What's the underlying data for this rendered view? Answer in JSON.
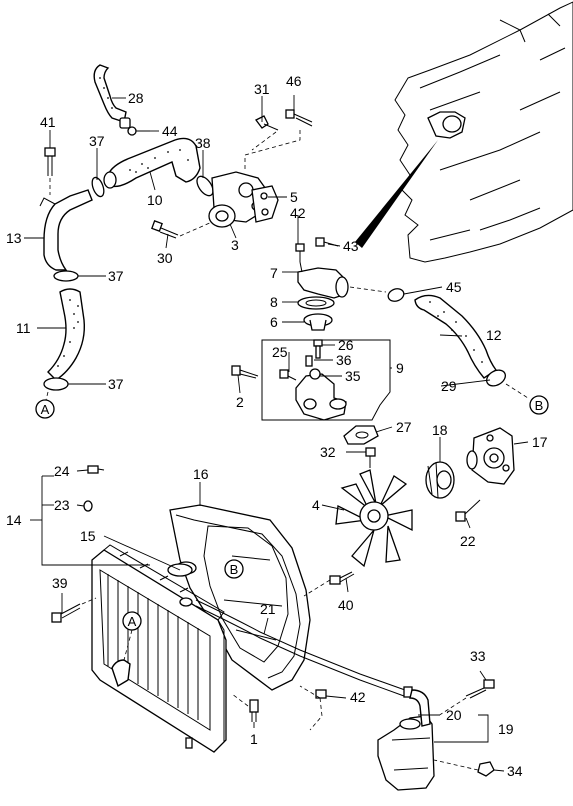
{
  "callouts": {
    "c1": "1",
    "c2": "2",
    "c3": "3",
    "c4": "4",
    "c5": "5",
    "c6": "6",
    "c7": "7",
    "c8": "8",
    "c9": "9",
    "c10": "10",
    "c11": "11",
    "c12": "12",
    "c13": "13",
    "c14": "14",
    "c15": "15",
    "c16": "16",
    "c17": "17",
    "c18": "18",
    "c19": "19",
    "c20": "20",
    "c21": "21",
    "c22": "22",
    "c23": "23",
    "c24": "24",
    "c25": "25",
    "c26": "26",
    "c27": "27",
    "c28": "28",
    "c29": "29",
    "c30": "30",
    "c31": "31",
    "c32": "32",
    "c33": "33",
    "c34": "34",
    "c35": "35",
    "c36": "36",
    "c37a": "37",
    "c37b": "37",
    "c37c": "37",
    "c38": "38",
    "c39": "39",
    "c40": "40",
    "c41": "41",
    "c42a": "42",
    "c42b": "42",
    "c43": "43",
    "c44": "44",
    "c45": "45",
    "c46": "46"
  },
  "refs": {
    "a_upper": "A",
    "a_lower": "A",
    "b_right": "B",
    "b_shroud": "B"
  }
}
